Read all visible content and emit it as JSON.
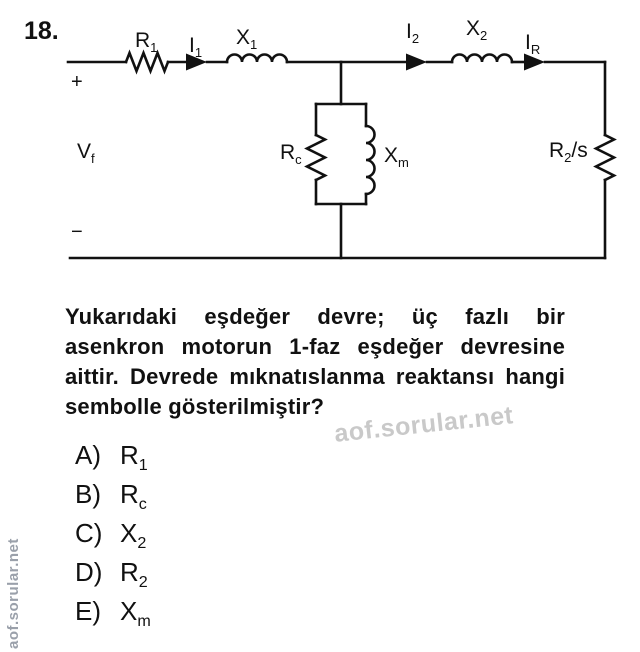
{
  "question_number": "18.",
  "circuit": {
    "stroke_color": "#111111",
    "labels": {
      "r1": {
        "main": "R",
        "sub": "1"
      },
      "i1": {
        "main": "I",
        "sub": "1"
      },
      "x1": {
        "main": "X",
        "sub": "1"
      },
      "i2": {
        "main": "I",
        "sub": "2"
      },
      "x2": {
        "main": "X",
        "sub": "2"
      },
      "ir": {
        "main": "I",
        "sub": "R"
      },
      "rc": {
        "main": "R",
        "sub": "c"
      },
      "xm": {
        "main": "X",
        "sub": "m"
      },
      "r2s": {
        "main": "R",
        "sub": "2",
        "suffix": "/s"
      },
      "vf": {
        "main": "V",
        "sub": "f"
      },
      "plus": "+",
      "minus": "−"
    }
  },
  "question": {
    "lines": [
      "Yukarıdaki eşdeğer devre; üç fazlı bir",
      "asenkron motorun 1-faz eşdeğer devresine",
      "aittir. Devrede mıknatıslanma reaktansı hangi",
      "sembolle gösterilmiştir?"
    ]
  },
  "options": [
    {
      "letter": "A)",
      "main": "R",
      "sub": "1"
    },
    {
      "letter": "B)",
      "main": "R",
      "sub": "c"
    },
    {
      "letter": "C)",
      "main": "X",
      "sub": "2"
    },
    {
      "letter": "D)",
      "main": "R",
      "sub": "2"
    },
    {
      "letter": "E)",
      "main": "X",
      "sub": "m"
    }
  ],
  "watermarks": {
    "center": "aof.sorular.net",
    "left": "aof.sorular.net",
    "center_color": "#c9c9c9",
    "left_color": "#9aa0aa"
  }
}
